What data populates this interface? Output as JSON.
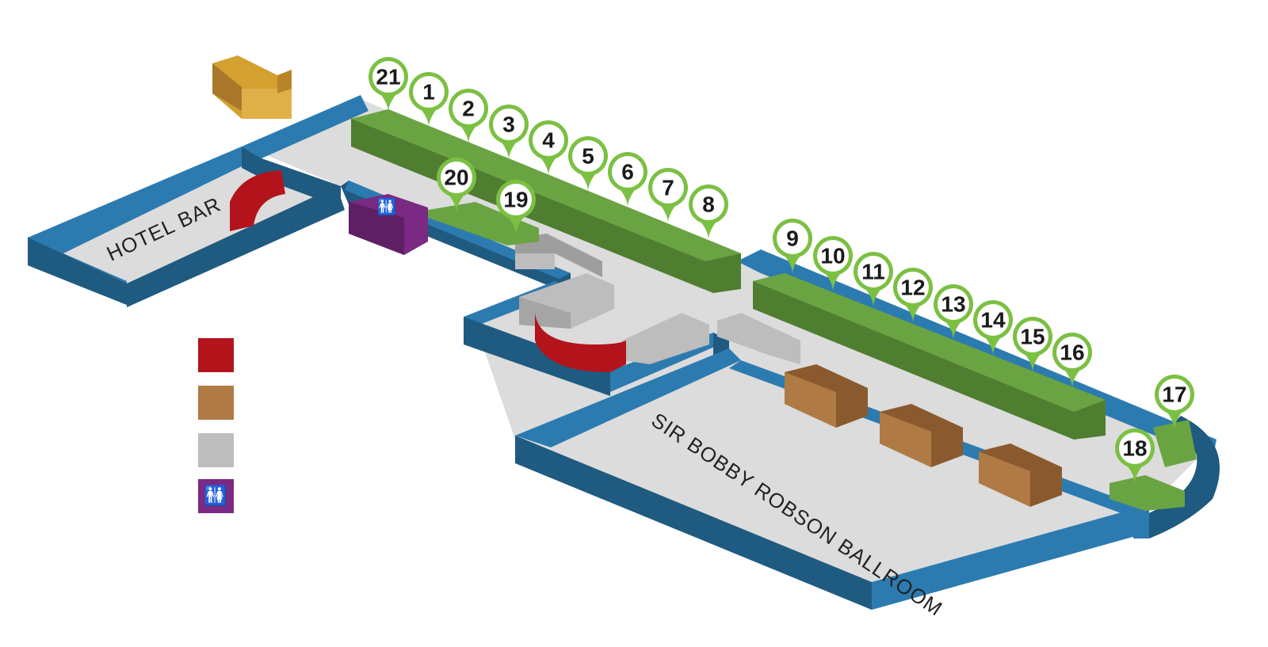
{
  "rooms": {
    "hotel_bar": "HOTEL BAR",
    "ballroom": "SIR BOBBY ROBSON BALLROOM"
  },
  "stands": [
    "21",
    "1",
    "2",
    "3",
    "4",
    "5",
    "6",
    "7",
    "8",
    "20",
    "19",
    "9",
    "10",
    "11",
    "12",
    "13",
    "14",
    "15",
    "16",
    "17",
    "18"
  ],
  "legend": [
    {
      "key": "red",
      "color": "#b3141c"
    },
    {
      "key": "brown",
      "color": "#b07a45"
    },
    {
      "key": "grey",
      "color": "#bdbdbd"
    },
    {
      "key": "toilets",
      "color": "#7a2a82",
      "icon": "toilets-icon"
    }
  ],
  "colors": {
    "wall": "#2c7bb0",
    "wall_dark": "#1f5a80",
    "floor": "#dcdcdc",
    "stand": "#6aa442",
    "stand_dark": "#4f7e30",
    "pin": "#7bc043",
    "arrow": "#d4a030"
  }
}
